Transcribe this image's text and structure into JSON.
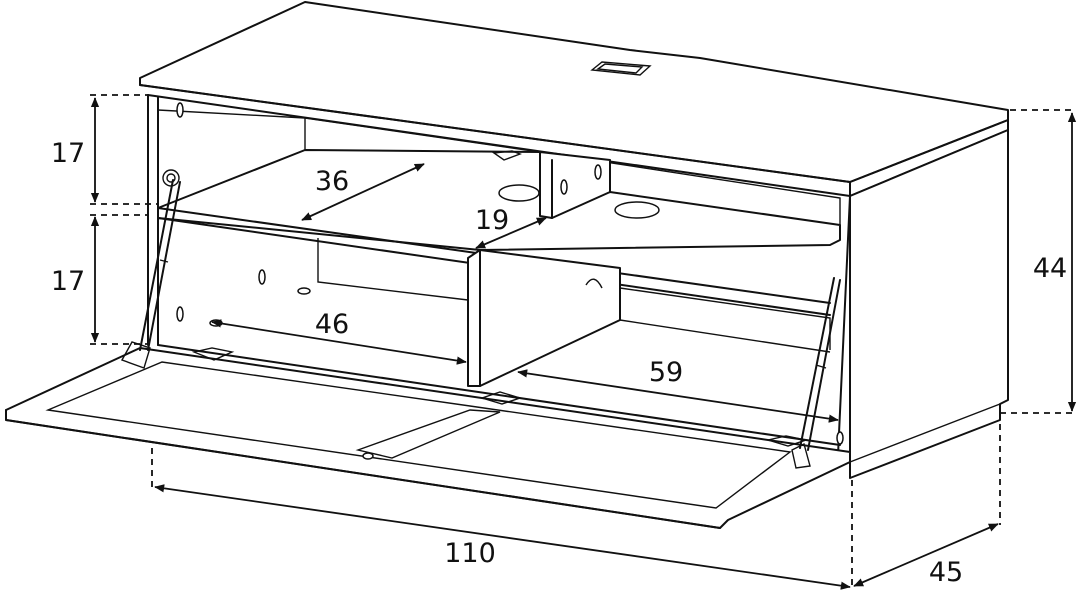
{
  "diagram": {
    "dimensions": {
      "shelf_height_upper": "17",
      "shelf_height_lower": "17",
      "total_height": "44",
      "total_width": "110",
      "total_depth": "45",
      "upper_shelf_width": "36",
      "upper_compartment_depth": "19",
      "lower_left_width": "46",
      "lower_right_width": "59"
    }
  }
}
